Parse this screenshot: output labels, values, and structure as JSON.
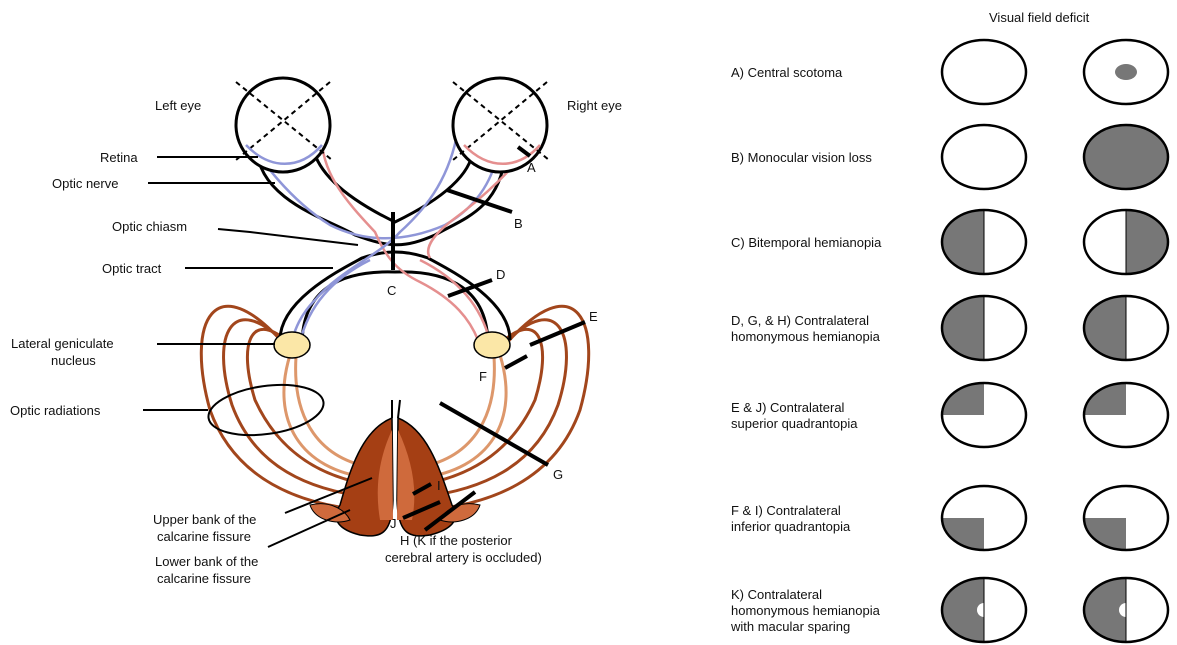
{
  "header": {
    "title": "Visual field deficit"
  },
  "colors": {
    "deficit_fill": "#777777",
    "stroke": "#000000",
    "lgn_fill": "#fbe7a7",
    "nasal_fiber": "#8f96d8",
    "temporal_fiber": "#e58f8f",
    "radiation_dark": "#a2461c",
    "radiation_light": "#dd976b",
    "cortex_dark": "#a53f14",
    "cortex_light": "#cf6a3c"
  },
  "pathway": {
    "eyes": {
      "left": "Left eye",
      "right": "Right eye"
    },
    "labels": {
      "retina": "Retina",
      "optic_nerve": "Optic nerve",
      "optic_chiasm": "Optic chiasm",
      "optic_tract": "Optic tract",
      "lgn_line1": "Lateral geniculate",
      "lgn_line2": "nucleus",
      "optic_radiations": "Optic radiations",
      "upper_bank_line1": "Upper bank of the",
      "upper_bank_line2": "calcarine fissure",
      "lower_bank_line1": "Lower bank of the",
      "lower_bank_line2": "calcarine fissure"
    },
    "lesions": {
      "A": "A",
      "B": "B",
      "C": "C",
      "D": "D",
      "E": "E",
      "F": "F",
      "G": "G",
      "I": "I",
      "J": "J",
      "H_line1": "H (K if the posterior",
      "H_line2": "cerebral artery is occluded)"
    }
  },
  "deficits": [
    {
      "label_lines": [
        "A) Central scotoma"
      ],
      "left": "none",
      "right": "central-scotoma"
    },
    {
      "label_lines": [
        "B) Monocular vision loss"
      ],
      "left": "none",
      "right": "full"
    },
    {
      "label_lines": [
        "C) Bitemporal hemianopia"
      ],
      "left": "left-half",
      "right": "right-half"
    },
    {
      "label_lines": [
        "D, G, & H) Contralateral",
        "homonymous hemianopia"
      ],
      "left": "left-half",
      "right": "left-half"
    },
    {
      "label_lines": [
        "E & J) Contralateral",
        "superior quadrantopia"
      ],
      "left": "upper-left-quadrant",
      "right": "upper-left-quadrant"
    },
    {
      "label_lines": [
        "F & I) Contralateral",
        "inferior quadrantopia"
      ],
      "left": "lower-left-quadrant",
      "right": "lower-left-quadrant"
    },
    {
      "label_lines": [
        "K) Contralateral",
        "homonymous hemianopia",
        "with macular sparing"
      ],
      "left": "left-half-macular-sparing",
      "right": "left-half-macular-sparing"
    }
  ]
}
